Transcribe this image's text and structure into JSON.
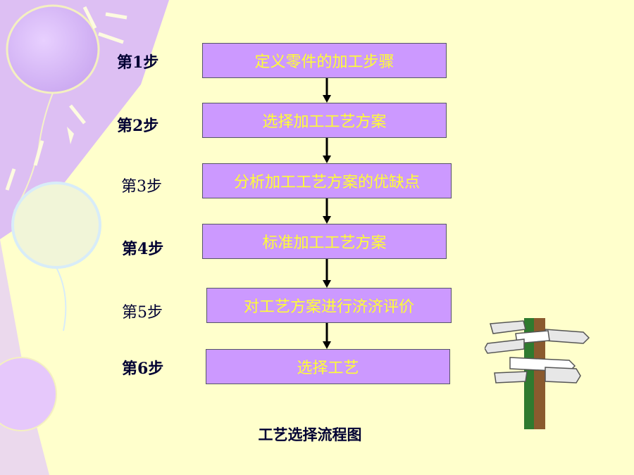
{
  "steps": [
    {
      "label": "第1步",
      "text": "定义零件的加工步骤"
    },
    {
      "label": "第2步",
      "text": "选择加工工艺方案"
    },
    {
      "label": "第3步",
      "text": "分析加工工艺方案的优缺点"
    },
    {
      "label": "第4步",
      "text": "标准加工工艺方案"
    },
    {
      "label": "第5步",
      "text": "对工艺方案进行济济评价"
    },
    {
      "label": "第6步",
      "text": "选择工艺"
    }
  ],
  "caption": "工艺选择流程图",
  "colors": {
    "background": "#ffffcc",
    "box_fill": "#cc99ff",
    "box_text": "#ffff33",
    "label_text": "#000033"
  },
  "icons": [
    "balloon-decoration",
    "signpost-icon"
  ]
}
